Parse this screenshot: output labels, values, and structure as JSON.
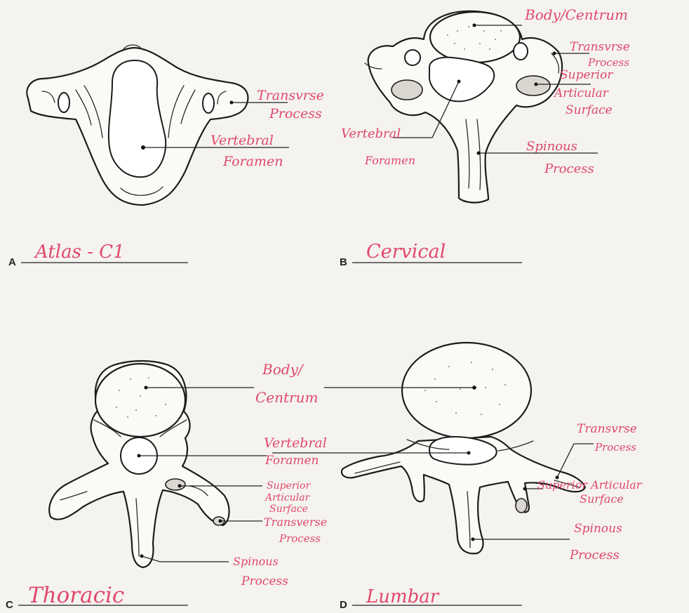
{
  "colors": {
    "paper": "#f4f3ef",
    "ink": "#1c1c1c",
    "handwriting": "#e0486b"
  },
  "panels": {
    "a": {
      "letter": "A",
      "answer": "Atlas - C1",
      "labels": {
        "transverse_1": "Transvrse",
        "transverse_2": "Process",
        "foramen_1": "Vertebral",
        "foramen_2": "Foramen"
      }
    },
    "b": {
      "letter": "B",
      "answer": "Cervical",
      "labels": {
        "body": "Body/Centrum",
        "transverse_1": "Transvrse",
        "transverse_2": "Process",
        "articular_1": "Superior",
        "articular_2": "Articular",
        "articular_3": "Surface",
        "foramen_1": "Vertebral",
        "foramen_2": "Foramen",
        "spinous_1": "Spinous",
        "spinous_2": "Process"
      }
    },
    "c": {
      "letter": "C",
      "answer": "Thoracic",
      "labels": {
        "body_1": "Body/",
        "body_2": "Centrum",
        "foramen_1": "Vertebral",
        "foramen_2": "Foramen",
        "articular_1": "Superior",
        "articular_2": "Articular",
        "articular_3": "Surface",
        "transverse_1": "Transverse",
        "transverse_2": "Process",
        "spinous_1": "Spinous",
        "spinous_2": "Process"
      }
    },
    "d": {
      "letter": "D",
      "answer": "Lumbar",
      "labels": {
        "transverse_1": "Transvrse",
        "transverse_2": "Process",
        "articular": "Superior Articular",
        "articular_2": "Surface",
        "spinous_1": "Spinous",
        "spinous_2": "Process"
      }
    }
  }
}
